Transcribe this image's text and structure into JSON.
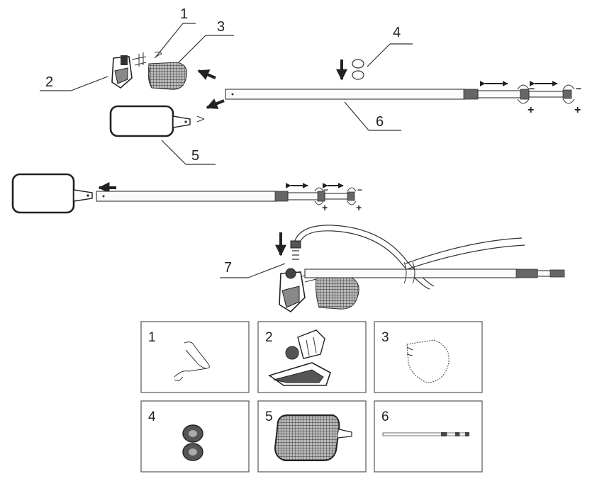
{
  "callouts": {
    "c1": "1",
    "c2": "2",
    "c3": "3",
    "c4": "4",
    "c5": "5",
    "c6": "6",
    "c7": "7"
  },
  "parts_grid": [
    {
      "number": "1",
      "icon": "clip-icon"
    },
    {
      "number": "2",
      "icon": "vacuum-head-icon"
    },
    {
      "number": "3",
      "icon": "net-bag-icon"
    },
    {
      "number": "4",
      "icon": "rollers-icon"
    },
    {
      "number": "5",
      "icon": "leaf-skimmer-icon"
    },
    {
      "number": "6",
      "icon": "telescopic-pole-icon"
    }
  ],
  "symbols": {
    "plus": "+",
    "minus": "−"
  },
  "colors": {
    "line": "#333333",
    "segment": "#666666",
    "frame": "#222222",
    "box_border": "#555555"
  }
}
